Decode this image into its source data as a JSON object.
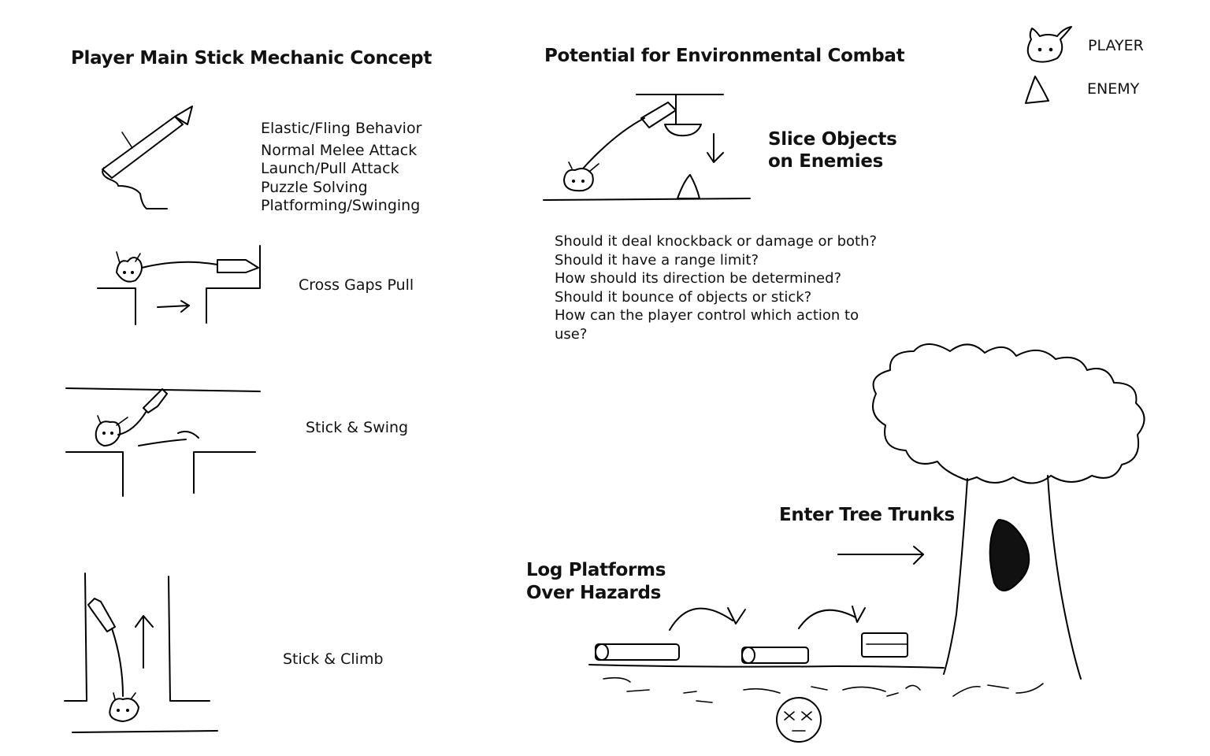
{
  "left_column": {
    "title": "Player Main Stick Mechanic Concept",
    "behaviors": [
      "Elastic/Fling Behavior",
      "Normal Melee Attack",
      "Launch/Pull Attack",
      "Puzzle Solving",
      "Platforming/Swinging"
    ],
    "cross_gaps_label": "Cross Gaps Pull",
    "stick_swing_label": "Stick & Swing",
    "stick_climb_label": "Stick & Climb"
  },
  "right_column": {
    "title": "Potential for Environmental Combat",
    "slice_label": "Slice Objects on Enemies",
    "questions": [
      "Should it deal knockback or damage or both?",
      "Should it have a range limit?",
      "How should its direction be determined?",
      "Should it bounce of objects or stick?",
      "How can the player control which action to use?"
    ],
    "tree_label": "Enter Tree Trunks",
    "log_label": "Log Platforms Over Hazards"
  },
  "legend": {
    "player": "PLAYER",
    "enemy": "ENEMY"
  }
}
